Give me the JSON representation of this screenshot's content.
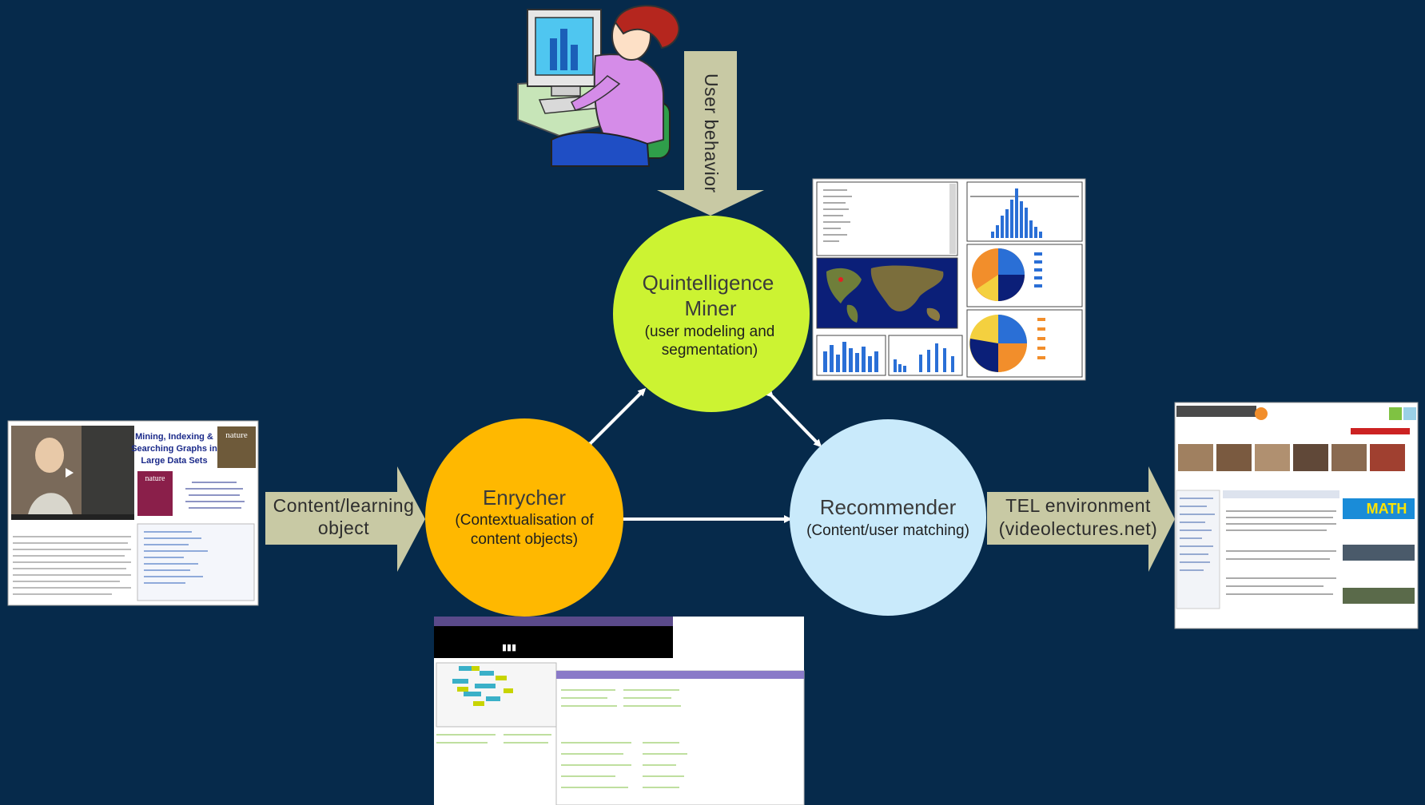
{
  "nodes": {
    "miner": {
      "title_line1": "Quintelligence",
      "title_line2": "Miner",
      "sub_line1": "(user modeling and",
      "sub_line2": "segmentation)",
      "color": "#ccf332"
    },
    "enrycher": {
      "title": "Enrycher",
      "sub_line1": "(Contextualisation of",
      "sub_line2": "content objects)",
      "color": "#ffb800"
    },
    "recommender": {
      "title": "Recommender",
      "sub_line1": "(Content/user matching)",
      "color": "#c9eafb"
    }
  },
  "arrows": {
    "user_behavior": "User behavior",
    "content_line1": "Content/learning",
    "content_line2": "object",
    "tel_line1": "TEL environment",
    "tel_line2": "(videolectures.net)",
    "arrow_color": "#c8c9a4"
  },
  "screenshots": {
    "lecture": {
      "title_line1": "Mining, Indexing &",
      "title_line2": "Searching Graphs in",
      "title_line3": "Large Data Sets",
      "badge": "nature"
    },
    "videolectures": {
      "badge": "MATH"
    }
  },
  "colors": {
    "background": "#062a4b"
  }
}
